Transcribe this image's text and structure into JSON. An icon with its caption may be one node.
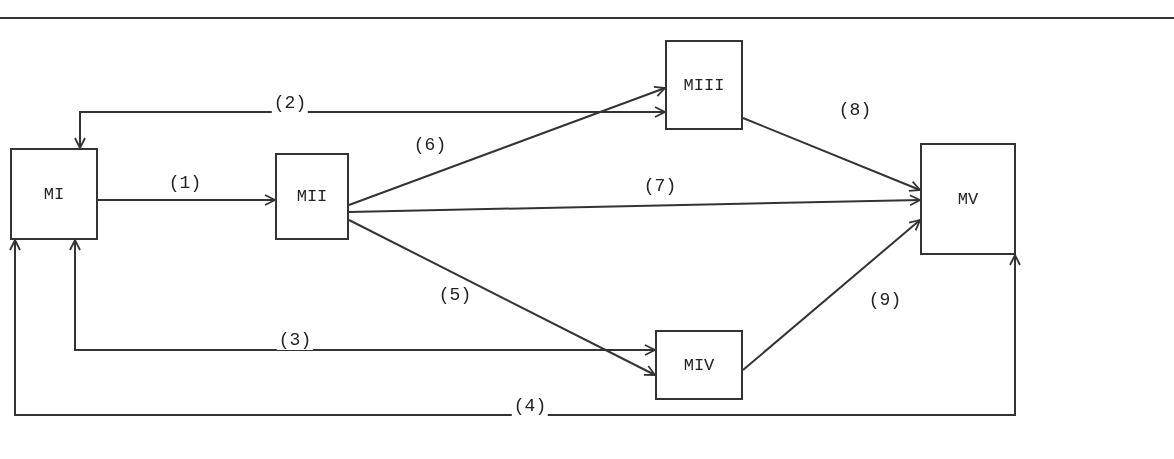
{
  "diagram": {
    "nodes": [
      {
        "text": [
          "MI"
        ]
      },
      {
        "text": [
          "MII"
        ]
      },
      {
        "text": [
          "MIII"
        ]
      },
      {
        "text": [
          "MIV"
        ]
      },
      {
        "text": [
          "MV"
        ]
      }
    ],
    "edges": [
      {
        "from": 0,
        "to": 1,
        "arrow": "to",
        "label": "(1)"
      },
      {
        "from": 0,
        "to": 2,
        "arrow": "both",
        "label": "(2)"
      },
      {
        "from": 0,
        "to": 3,
        "arrow": "both",
        "label": "(3)"
      },
      {
        "from": 0,
        "to": 4,
        "arrow": "both",
        "label": "(4)"
      },
      {
        "from": 1,
        "to": 3,
        "arrow": "to",
        "label": "(5)"
      },
      {
        "from": 1,
        "to": 2,
        "arrow": "to",
        "label": "(6)"
      },
      {
        "from": 1,
        "to": 4,
        "arrow": "to",
        "label": "(7)"
      },
      {
        "from": 2,
        "to": 4,
        "arrow": "to",
        "label": "(8)"
      },
      {
        "from": 3,
        "to": 4,
        "arrow": "to",
        "label": "(9)"
      }
    ]
  }
}
